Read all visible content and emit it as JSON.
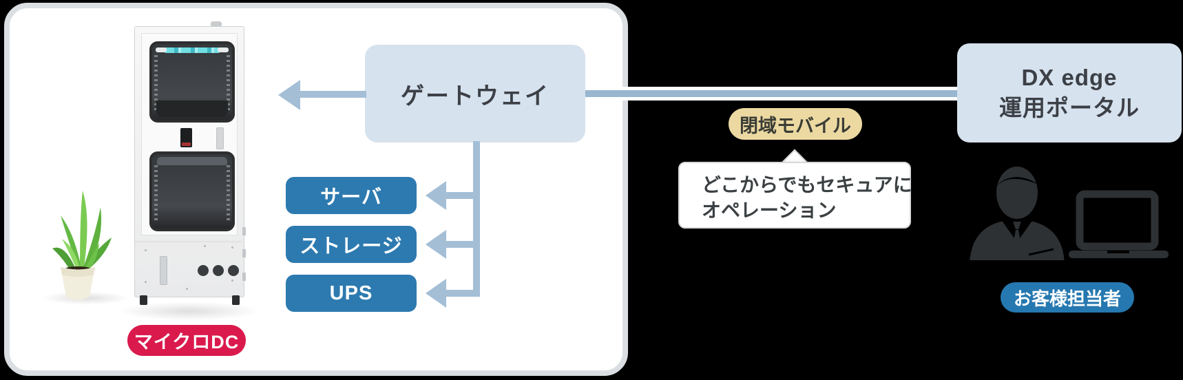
{
  "diagram": {
    "micro_dc": {
      "badge": "マイクロDC"
    },
    "gateway": {
      "label": "ゲートウェイ"
    },
    "devices": [
      {
        "label": "サーバ"
      },
      {
        "label": "ストレージ"
      },
      {
        "label": "UPS"
      }
    ],
    "portal": {
      "line1": "DX edge",
      "line2": "運用ポータル"
    },
    "network": {
      "badge": "閉域モバイル"
    },
    "callout": {
      "line1": "どこからでもセキュアに",
      "line2": "オペレーション"
    },
    "operator": {
      "badge": "お客様担当者"
    }
  },
  "icons": {
    "rack": "micro-dc-rack-photo",
    "plant": "potted-plant-icon",
    "person": "business-person-icon",
    "laptop": "laptop-icon"
  },
  "colors": {
    "background": "#000000",
    "card": "#ffffff",
    "card_border": "#dbdfe3",
    "light_box": "#d6e2ee",
    "device_box": "#2d7ab0",
    "connector": "#98b6cf",
    "arrow": "#a4bed6",
    "badge_red": "#da1a4d",
    "badge_cream": "#ecd9a2",
    "badge_blue": "#2678b0",
    "text_dark": "#3c4046"
  }
}
